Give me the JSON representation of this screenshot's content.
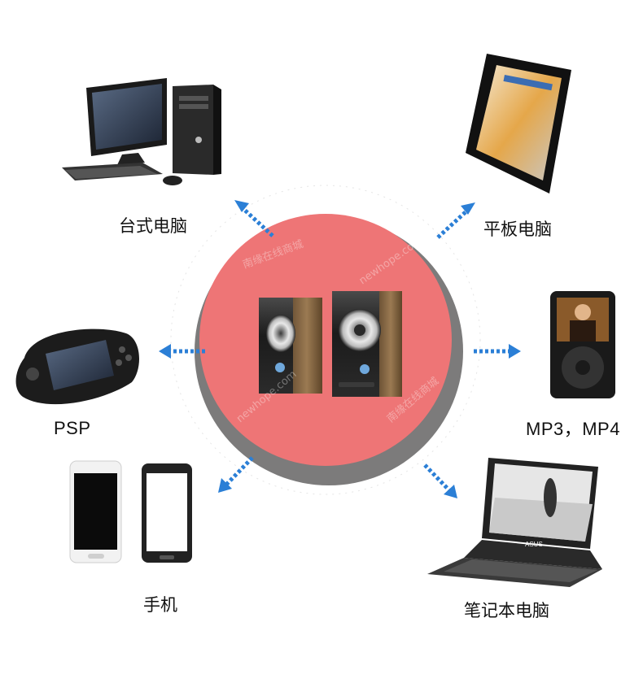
{
  "center": {
    "subject": "pair of wooden desktop speakers",
    "circle_color": "#ee7576",
    "ring_color": "#7c7b7b",
    "watermark_texts": [
      "南缘在线商城",
      "newhope.com"
    ]
  },
  "devices": {
    "desktop": {
      "label": "台式电脑",
      "icon": "desktop-computer-icon"
    },
    "tablet": {
      "label": "平板电脑",
      "icon": "tablet-icon"
    },
    "psp": {
      "label": "PSP",
      "icon": "psp-console-icon"
    },
    "mp3": {
      "label": "MP3，MP4",
      "icon": "mp3-player-icon"
    },
    "phone": {
      "label": "手机",
      "icon": "smartphone-icon"
    },
    "laptop": {
      "label": "笔记本电脑",
      "icon": "laptop-icon"
    }
  },
  "laptop_brand": "ASUS",
  "arrow_color": "#2b7fd6"
}
